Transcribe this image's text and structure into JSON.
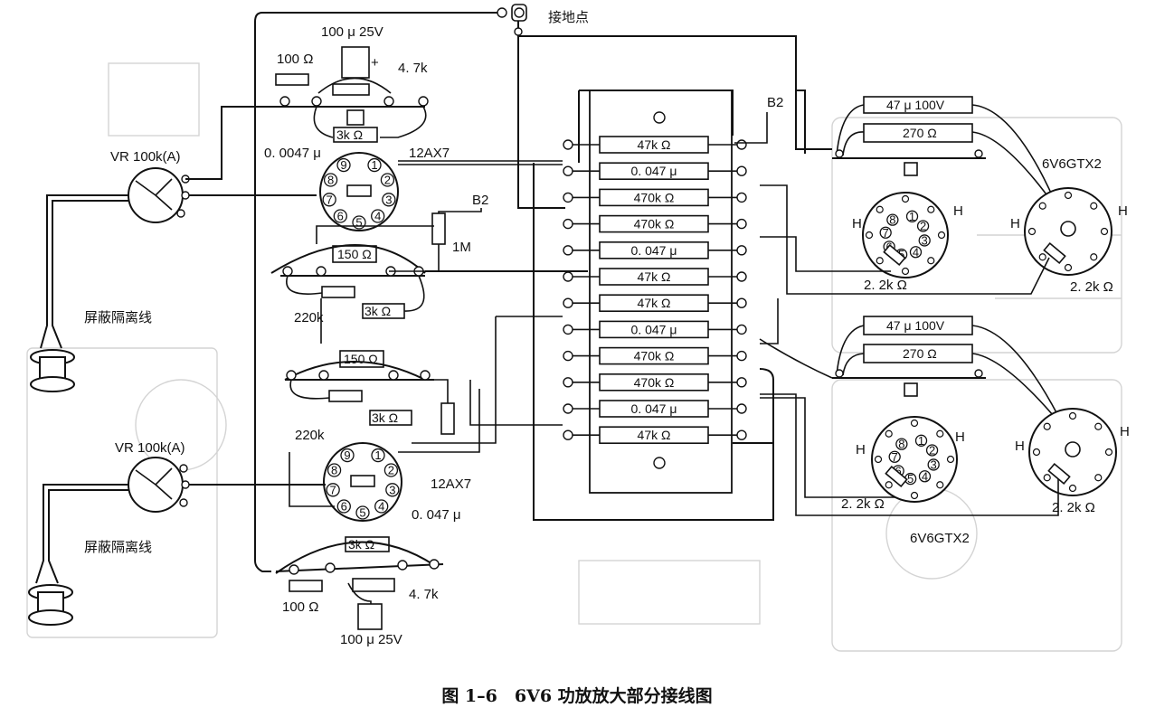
{
  "diagram": {
    "caption": "图 1–6　6V6 功放放大部分接线图",
    "ground_point": "接地点",
    "b2_top": "B2",
    "b2_mid": "B2",
    "one_meg": "1M",
    "tube_12ax7": "12AX7",
    "tube_6v6": "6V6GTX2",
    "vr": "VR 100k(A)",
    "shielded": "屏蔽隔离线",
    "cap_100u": "100 μ 25V",
    "plus": "+",
    "r100": "100 Ω",
    "r4k7": "4. 7k",
    "r3k": "3k Ω",
    "r150": "150 Ω",
    "r220k": "220k",
    "c0047": "0. 0047 μ",
    "c047": "0. 047 μ",
    "r2k2": "2. 2k Ω",
    "c47u100v": "47 μ 100V",
    "r270": "270 Ω",
    "h": "H",
    "board_values": [
      "47k Ω",
      "0. 047 μ",
      "470k Ω",
      "470k Ω",
      "0. 047 μ",
      "47k Ω",
      "47k Ω",
      "0. 047 μ",
      "470k Ω",
      "470k Ω",
      "0. 047 μ",
      "47k Ω"
    ],
    "pins_12ax7": [
      "1",
      "2",
      "3",
      "4",
      "5",
      "6",
      "7",
      "8",
      "9"
    ],
    "pins_6v6": [
      "1",
      "2",
      "3",
      "4",
      "5",
      "6",
      "7",
      "8"
    ]
  }
}
